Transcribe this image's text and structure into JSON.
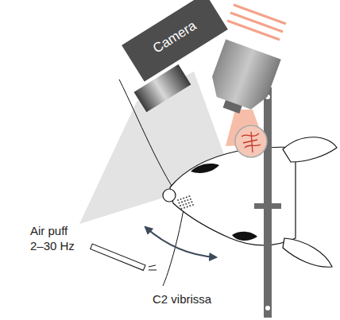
{
  "diagram": {
    "nodes": [
      {
        "text": [
          "Camera"
        ]
      }
    ],
    "labels": [
      "Air puff 2–30 Hz",
      "C2 vibrissa"
    ]
  }
}
